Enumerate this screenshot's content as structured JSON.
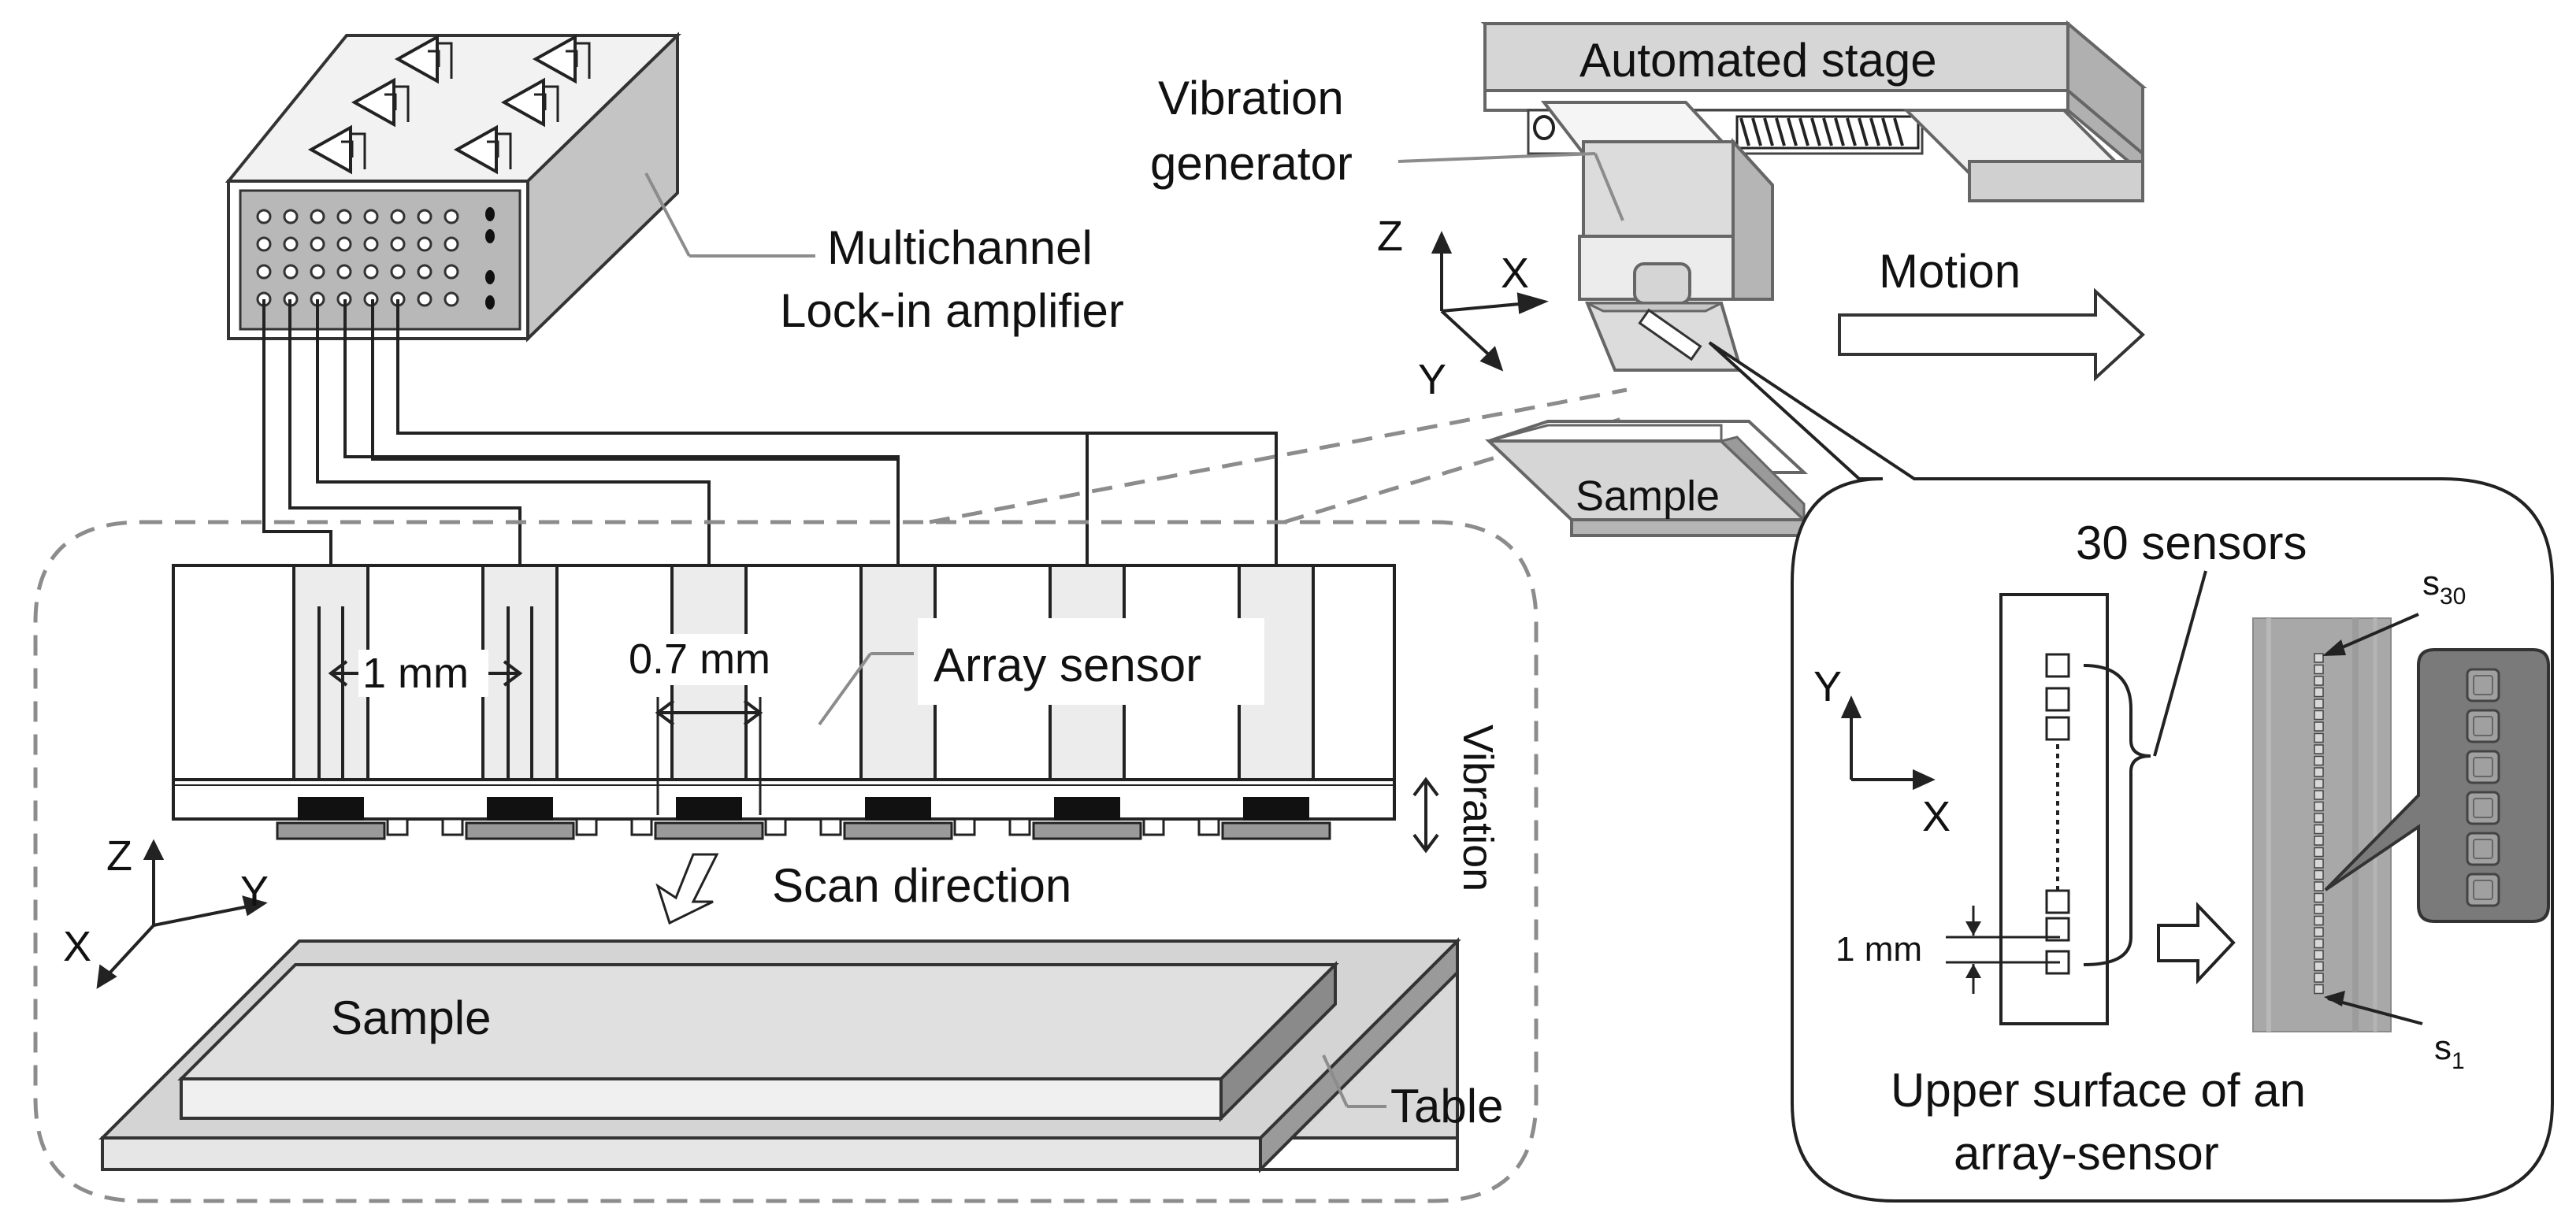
{
  "labels": {
    "amplifier_line1": "Multichannel",
    "amplifier_line2": "Lock-in amplifier",
    "vibration_generator_line1": "Vibration",
    "vibration_generator_line2": "generator",
    "automated_stage": "Automated stage",
    "motion": "Motion",
    "sample_top": "Sample",
    "sample_main": "Sample",
    "table": "Table",
    "array_sensor": "Array sensor",
    "pitch_1mm": "1 mm",
    "width_07mm": "0.7 mm",
    "scan_direction": "Scan direction",
    "vibration": "Vibration",
    "sensor_count": "30 sensors",
    "inset_pitch": "1 mm",
    "inset_caption_line1": "Upper surface of an",
    "inset_caption_line2": "array-sensor",
    "s30_base": "s",
    "s30_sub": "30",
    "s1_base": "s",
    "s1_sub": "1"
  },
  "axes": {
    "top": {
      "z": "Z",
      "x": "X",
      "y": "Y"
    },
    "left": {
      "z": "Z",
      "y": "Y",
      "x": "X"
    },
    "inset": {
      "y": "Y",
      "x": "X"
    }
  },
  "colors": {
    "outline": "#333333",
    "light_gray": "#e4e4e4",
    "mid_gray": "#c8c8c8",
    "dark_gray": "#8a8a8a",
    "dashed": "#8c8c8c"
  }
}
